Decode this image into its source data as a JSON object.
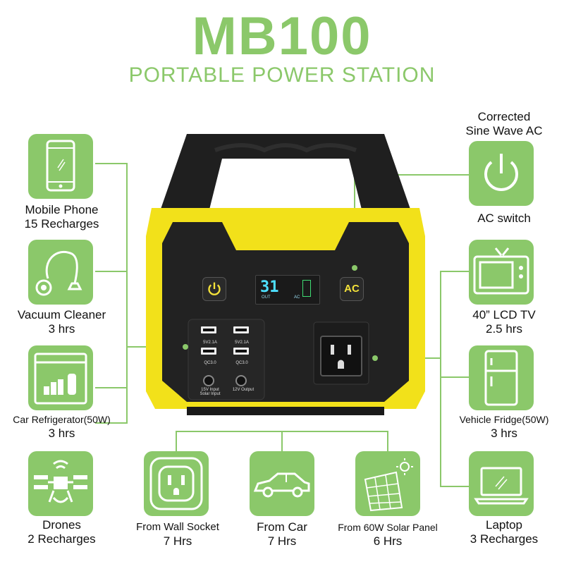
{
  "header": {
    "title": "MB100",
    "subtitle": "PORTABLE POWER STATION"
  },
  "colors": {
    "accent_green": "#8bc86a",
    "device_yellow": "#f2e11a",
    "device_black": "#1f1f1f"
  },
  "left": [
    {
      "icon": "mobile-phone-icon",
      "line1": "Mobile Phone",
      "line2": "15 Recharges"
    },
    {
      "icon": "vacuum-cleaner-icon",
      "line1": "Vacuum Cleaner",
      "line2": "3 hrs"
    },
    {
      "icon": "car-refrigerator-icon",
      "line1": "Car Refrigerator(50W)",
      "line2": "3 hrs"
    },
    {
      "icon": "drone-icon",
      "line1": "Drones",
      "line2": "2 Recharges"
    }
  ],
  "right": [
    {
      "icon": "power-icon",
      "top1": "Corrected",
      "top2": "Sine Wave AC",
      "line1": "AC switch"
    },
    {
      "icon": "tv-icon",
      "line1": "40” LCD TV",
      "line2": "2.5 hrs"
    },
    {
      "icon": "fridge-icon",
      "line1": "Vehicle Fridge(50W)",
      "line2": "3 hrs"
    },
    {
      "icon": "laptop-icon",
      "line1": "Laptop",
      "line2": "3 Recharges"
    }
  ],
  "bottom": [
    {
      "icon": "wall-socket-icon",
      "line1": "From Wall Socket",
      "line2": "7 Hrs"
    },
    {
      "icon": "car-icon",
      "line1": "From Car",
      "line2": "7 Hrs"
    },
    {
      "icon": "solar-panel-icon",
      "line1": "From 60W Solar Panel",
      "line2": "6 Hrs"
    }
  ],
  "device": {
    "display_value": "31",
    "display_out": "OUT",
    "display_ac": "AC",
    "ac_button": "AC",
    "usb_rating": "5V2.1A",
    "qc_label": "QC3.0",
    "input_label_1": "15V Input",
    "input_label_2": "Solar Input",
    "output_label": "12V Output"
  }
}
